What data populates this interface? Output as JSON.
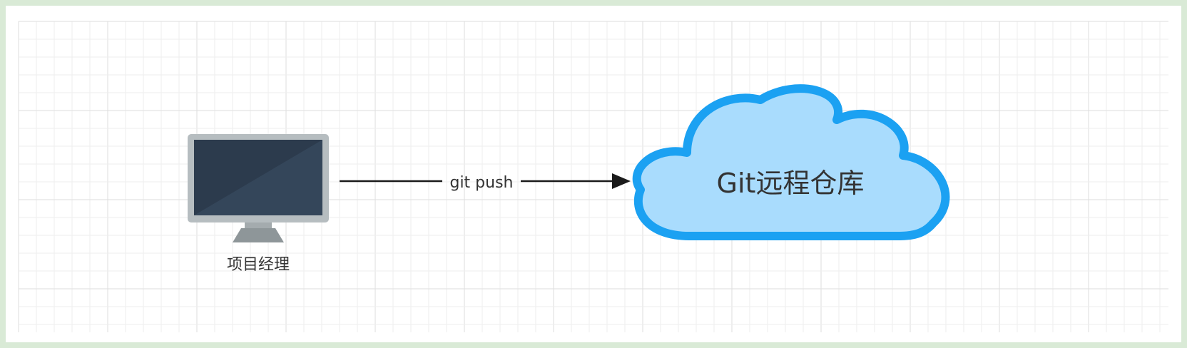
{
  "diagram": {
    "nodes": {
      "manager": {
        "label": "项目经理",
        "icon": "monitor-icon"
      },
      "remote": {
        "label": "Git远程仓库",
        "icon": "cloud-icon"
      }
    },
    "edges": [
      {
        "from": "manager",
        "to": "remote",
        "label": "git push"
      }
    ]
  },
  "colors": {
    "background": "#ffffff",
    "grid_minor": "#eeeeee",
    "grid_major": "#dddddd",
    "frame": "#d9ead6",
    "cloud_stroke": "#1ba1f2",
    "cloud_fill": "#a9dcfd",
    "monitor_bezel": "#b6bdc0",
    "monitor_screen": "#2b3a4c",
    "monitor_stand": "#8e9699",
    "arrow": "#1a1a1a",
    "text": "#333333"
  }
}
